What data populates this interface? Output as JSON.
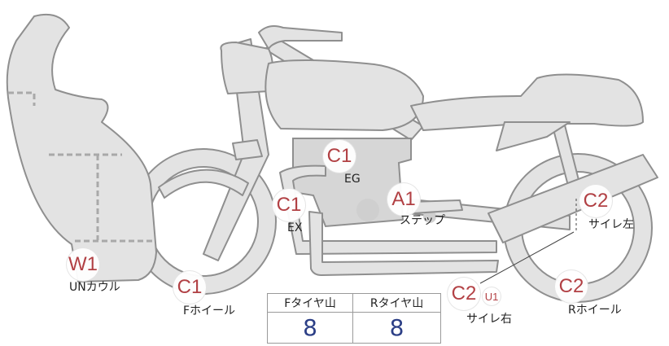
{
  "markers": {
    "front_cowl": {
      "code": "W1",
      "label": "UNカウル"
    },
    "front_wheel": {
      "code": "C1",
      "label": "Fホイール"
    },
    "exhaust": {
      "code": "C1",
      "label": "EX"
    },
    "engine": {
      "code": "C1",
      "label": "EG"
    },
    "step": {
      "code": "A1",
      "label": "ステップ"
    },
    "silencer_left": {
      "code": "C2",
      "label": "サイレ左"
    },
    "silencer_right": {
      "code": "C2",
      "extra": "U1",
      "label": "サイレ右"
    },
    "rear_wheel": {
      "code": "C2",
      "label": "Rホイール"
    }
  },
  "tread_table": {
    "headers": [
      "Fタイヤ山",
      "Rタイヤ山"
    ],
    "values": [
      "8",
      "8"
    ]
  },
  "colors": {
    "marker_text": "#b03a3e",
    "tread_value": "#2c3f86",
    "bike_fill": "#e3e3e3",
    "bike_stroke": "#8f8f8f"
  }
}
